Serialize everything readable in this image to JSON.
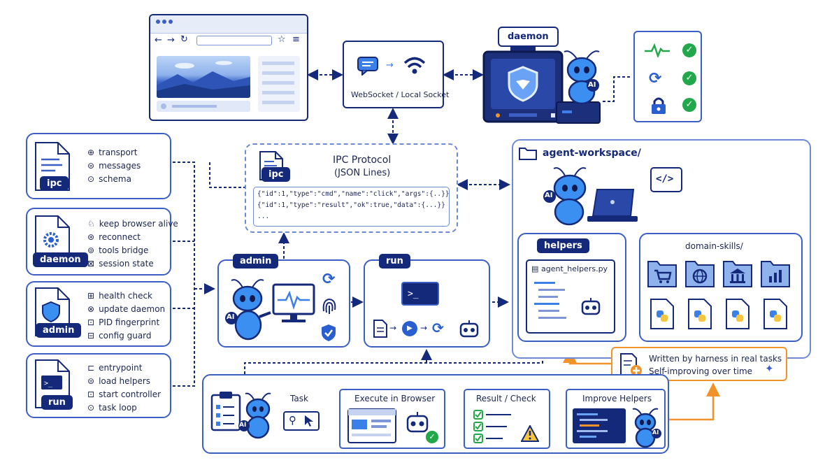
{
  "browser": {
    "window": "browser-window"
  },
  "socket": {
    "label": "WebSocket / Local Socket"
  },
  "daemon": {
    "tag": "daemon",
    "ai_badge": "AI"
  },
  "ipc": {
    "tag": "ipc",
    "title": "IPC Protocol",
    "subtitle": "(JSON Lines)",
    "lines": [
      "{\"id\":1,\"type\":\"cmd\",\"name\":\"click\",\"args\":{..}}",
      "{\"id\":1,\"type\":\"result\",\"ok\":true,\"data\":{...}}",
      "..."
    ]
  },
  "modules": [
    {
      "name": "ipc",
      "items": [
        "transport",
        "messages",
        "schema"
      ]
    },
    {
      "name": "daemon",
      "items": [
        "keep browser alive",
        "reconnect",
        "tools bridge",
        "session state"
      ]
    },
    {
      "name": "admin",
      "items": [
        "health check",
        "update daemon",
        "PID fingerprint",
        "config guard"
      ]
    },
    {
      "name": "run",
      "items": [
        "entrypoint",
        "load helpers",
        "start controller",
        "task loop"
      ]
    }
  ],
  "admin_panel": {
    "tag": "admin",
    "ai_badge": "AI"
  },
  "run_panel": {
    "tag": "run",
    "prompt": ">_"
  },
  "workspace": {
    "title": "agent-workspace/",
    "code_symbol": "</>",
    "ai_badge": "AI",
    "helpers": {
      "tag": "helpers",
      "file": "agent_helpers.py"
    },
    "domain_skills": {
      "title": "domain-skills/"
    }
  },
  "harness_note": {
    "line1": "Written by harness in real tasks",
    "line2": "Self-improving over time"
  },
  "flow": {
    "steps": [
      "Task",
      "Execute in Browser",
      "Result / Check",
      "Improve Helpers"
    ],
    "ai_badge": "AI"
  },
  "colors": {
    "navy": "#15297a",
    "accent": "#3b5fc4",
    "green": "#22a84a",
    "orange": "#f0932b",
    "ant_blue": "#3a8ff0"
  }
}
